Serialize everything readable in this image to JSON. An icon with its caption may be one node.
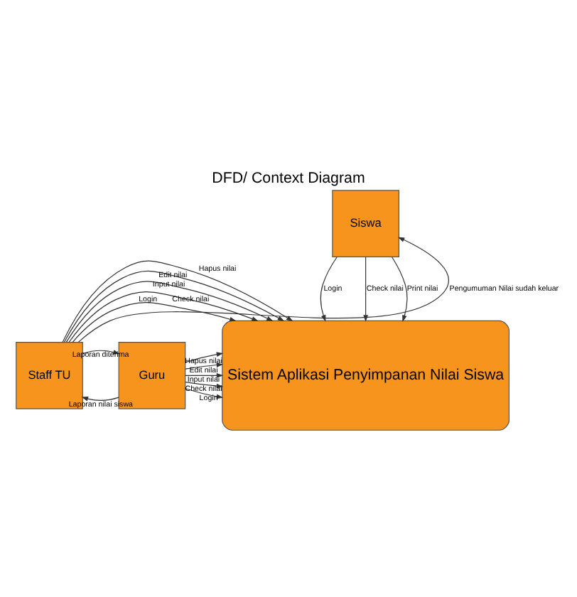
{
  "diagram": {
    "title": "DFD/ Context Diagram",
    "nodes": [
      {
        "text": [
          "Siswa"
        ]
      },
      {
        "text": [
          "Staff TU"
        ]
      },
      {
        "text": [
          "Sistem Aplikasi Penyimpanan Nilai Siswa"
        ]
      },
      {
        "text": [
          "Guru"
        ]
      }
    ],
    "edges": [
      {
        "from": 1,
        "to": 0,
        "arrow": "to",
        "label": "Pengumuman Nilai sudah keluar"
      },
      {
        "from": 0,
        "to": 2,
        "arrow": "to",
        "label": "Login"
      },
      {
        "from": 0,
        "to": 2,
        "arrow": "to",
        "label": "Check nilai"
      },
      {
        "from": 0,
        "to": 2,
        "arrow": "to",
        "label": "Print nilai"
      },
      {
        "from": 1,
        "to": 2,
        "arrow": "to",
        "label": "Login"
      },
      {
        "from": 1,
        "to": 2,
        "arrow": "to",
        "label": "Check nilai"
      },
      {
        "from": 1,
        "to": 2,
        "arrow": "to",
        "label": "Input nilai"
      },
      {
        "from": 1,
        "to": 2,
        "arrow": "to",
        "label": "Edit nilai"
      },
      {
        "from": 1,
        "to": 2,
        "arrow": "to",
        "label": "Hapus nilai"
      },
      {
        "from": 3,
        "to": 2,
        "arrow": "to",
        "label": "Login"
      },
      {
        "from": 3,
        "to": 2,
        "arrow": "to",
        "label": "Check nilai"
      },
      {
        "from": 3,
        "to": 2,
        "arrow": "to",
        "label": "Input nilai"
      },
      {
        "from": 3,
        "to": 2,
        "arrow": "to",
        "label": "Edit nilai"
      },
      {
        "from": 3,
        "to": 2,
        "arrow": "to",
        "label": "Hapus nilai"
      },
      {
        "from": 3,
        "to": 1,
        "arrow": "to",
        "label": "Laporan nilai siswa"
      },
      {
        "from": 1,
        "to": 3,
        "arrow": "to",
        "label": "Laporan diterima"
      }
    ]
  }
}
